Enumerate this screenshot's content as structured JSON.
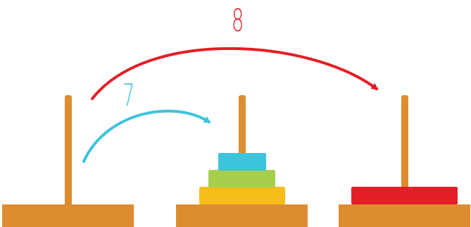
{
  "moves": [
    {
      "label": "8",
      "from_peg": 1,
      "to_peg": 3,
      "color": "#e31e26"
    },
    {
      "label": "7",
      "from_peg": 1,
      "to_peg": 2,
      "color": "#3ec3dc"
    }
  ],
  "pegs": [
    {
      "disks": []
    },
    {
      "disks": [
        {
          "color": "#f5bd1a"
        },
        {
          "color": "#a7cf4e"
        },
        {
          "color": "#3ec3dc"
        }
      ]
    },
    {
      "disks": [
        {
          "color": "#e31e26"
        }
      ]
    }
  ],
  "colors": {
    "wood": "#de8c30",
    "disk_yellow": "#f5bd1a",
    "disk_green": "#a7cf4e",
    "disk_blue": "#3ec3dc",
    "disk_red": "#e31e26"
  }
}
